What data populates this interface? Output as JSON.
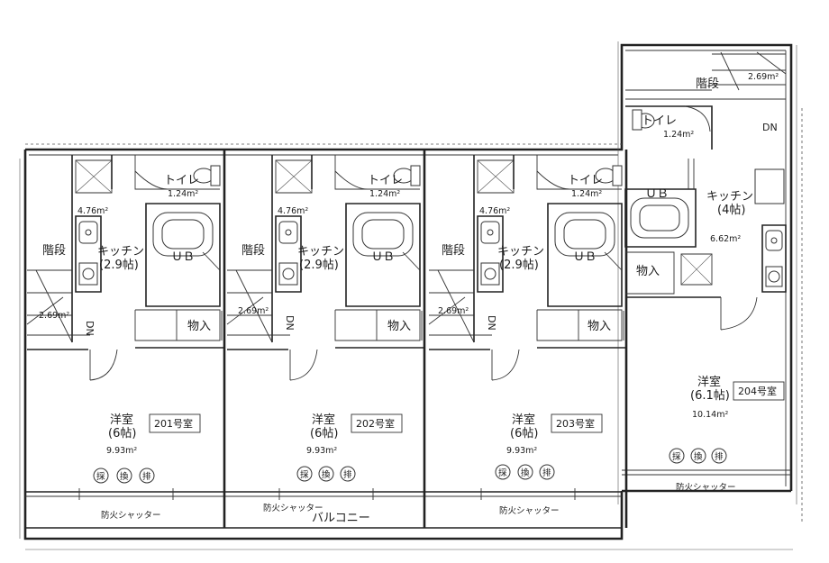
{
  "units": [
    {
      "room_no": "201号室",
      "stairs": "階段",
      "stair_area": "2.69m²",
      "dn": "DN",
      "toilet": "トイレ",
      "toilet_area": "1.24m²",
      "entry_area": "4.76m²",
      "kitchen": "キッチン",
      "kitchen_size": "(2.9帖)",
      "ub": "ＵＢ",
      "storage": "物入",
      "western": "洋室",
      "western_size": "(6帖)",
      "western_area": "9.93m²",
      "vent": [
        "採",
        "換",
        "排"
      ],
      "shutter": "防火シャッター"
    },
    {
      "room_no": "202号室",
      "stairs": "階段",
      "stair_area": "2.69m²",
      "dn": "DN",
      "toilet": "トイレ",
      "toilet_area": "1.24m²",
      "entry_area": "4.76m²",
      "kitchen": "キッチン",
      "kitchen_size": "(2.9帖)",
      "ub": "ＵＢ",
      "storage": "物入",
      "western": "洋室",
      "western_size": "(6帖)",
      "western_area": "9.93m²",
      "vent": [
        "採",
        "換",
        "排"
      ],
      "shutter": "防火シャッター"
    },
    {
      "room_no": "203号室",
      "stairs": "階段",
      "stair_area": "2.69m²",
      "dn": "DN",
      "toilet": "トイレ",
      "toilet_area": "1.24m²",
      "entry_area": "4.76m²",
      "kitchen": "キッチン",
      "kitchen_size": "(2.9帖)",
      "ub": "ＵＢ",
      "storage": "物入",
      "western": "洋室",
      "western_size": "(6帖)",
      "western_area": "9.93m²",
      "vent": [
        "採",
        "換",
        "排"
      ],
      "shutter": "防火シャッター"
    },
    {
      "room_no": "204号室",
      "stairs": "階段",
      "stair_area": "2.69m²",
      "dn": "DN",
      "toilet": "トイレ",
      "toilet_area": "1.24m²",
      "ub": "ＵＢ",
      "kitchen": "キッチン",
      "kitchen_size": "(4帖)",
      "kitchen_area": "6.62m²",
      "storage": "物入",
      "western": "洋室",
      "western_size": "(6.1帖)",
      "western_area": "10.14m²",
      "vent": [
        "採",
        "換",
        "排"
      ],
      "shutter": "防火シャッター"
    }
  ],
  "balcony": "バルコニー"
}
